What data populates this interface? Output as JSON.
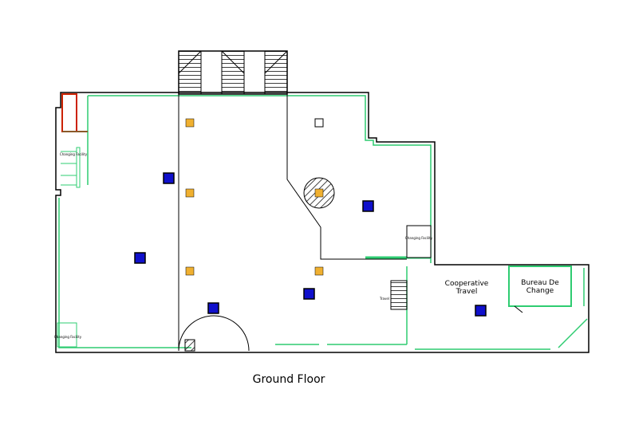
{
  "title": "Ground Floor",
  "labels": {
    "changing_left_top": "Changing Facility",
    "changing_left_bottom": "Changing Facility",
    "changing_right": "Changing Facility",
    "travel_stairs": "Travel",
    "cooperative_travel_1": "Cooperative",
    "cooperative_travel_2": "Travel",
    "bureau_1": "Bureau De",
    "bureau_2": "Change"
  },
  "colors": {
    "wall": "#000000",
    "green_wall": "#2ecc71",
    "red_wall": "#cc2200",
    "orange_marker": "#f0b030",
    "blue_marker": "#1010cc"
  }
}
